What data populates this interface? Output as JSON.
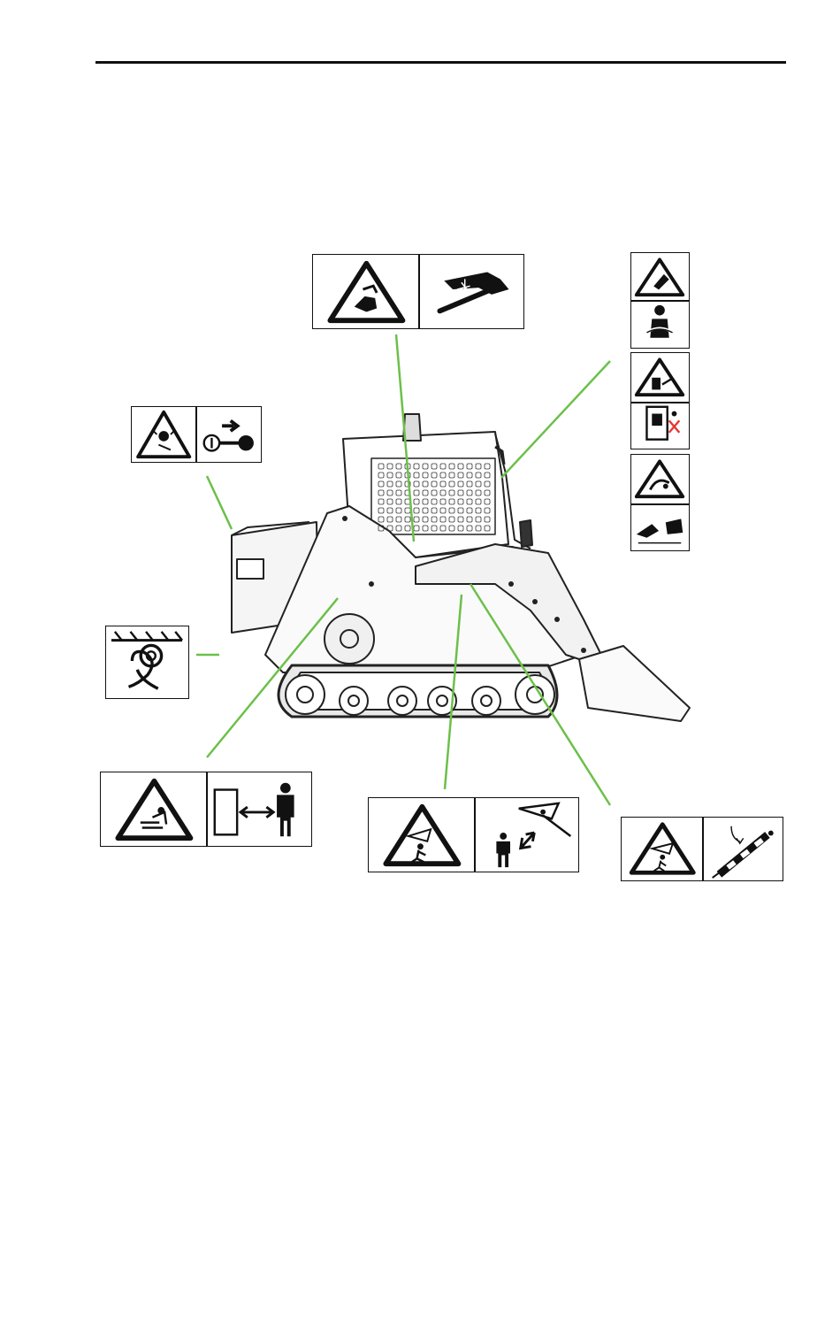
{
  "page": {
    "background": "#ffffff",
    "rule_color": "#111111",
    "leader_color": "#6cc04a"
  },
  "figure": {
    "subject": "compact-track-loader-side-view",
    "decals": [
      {
        "id": "crush-hand-injection",
        "icons": [
          "hand-crush-warning-icon",
          "hydraulic-leak-hand-icon"
        ]
      },
      {
        "id": "operator-seatbelt-rollover",
        "icons": [
          "rollover-warning-icon",
          "seatbelt-icon"
        ]
      },
      {
        "id": "lift-arm-exit",
        "icons": [
          "lift-arm-crush-warning-icon",
          "no-exit-raised-icon"
        ]
      },
      {
        "id": "runaway-operation",
        "icons": [
          "runaway-warning-icon",
          "machine-operation-icon"
        ]
      },
      {
        "id": "battery-explosion-key",
        "icons": [
          "battery-explosion-warning-icon",
          "remove-key-icon"
        ]
      },
      {
        "id": "tie-down-point",
        "icons": [
          "tie-down-icon"
        ]
      },
      {
        "id": "track-entanglement",
        "icons": [
          "track-entanglement-warning-icon",
          "keep-distance-icon"
        ]
      },
      {
        "id": "bucket-crush",
        "icons": [
          "falling-bucket-warning-icon",
          "stay-clear-bucket-icon"
        ]
      },
      {
        "id": "lift-arm-support",
        "icons": [
          "lift-arm-fall-warning-icon",
          "lift-arm-support-icon"
        ]
      }
    ]
  }
}
